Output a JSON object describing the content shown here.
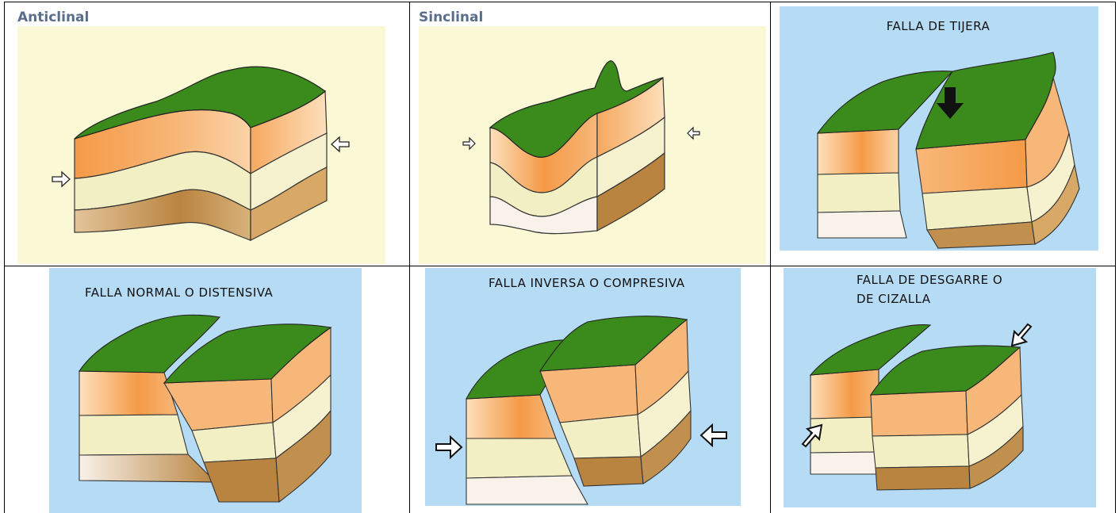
{
  "cells": {
    "anticlinal": {
      "heading": "Anticlinal"
    },
    "sinclinal": {
      "heading": "Sinclinal"
    },
    "tijera": {
      "title": "FALLA DE TIJERA"
    },
    "normal": {
      "title": "FALLA NORMAL O DISTENSIVA"
    },
    "inversa": {
      "title": "FALLA INVERSA O COMPRESIVA"
    },
    "desgarre": {
      "title_line1": "FALLA DE DESGARRE O",
      "title_line2": "DE CIZALLA"
    }
  },
  "colors": {
    "cream_bg": "#fbf8d6",
    "sky_bg": "#b6dcf5",
    "grass": "#3b8a1c",
    "orange": "#f6a75a",
    "pale": "#f3efc4",
    "brown": "#c2904e",
    "white_layer": "#f8f2ea",
    "heading": "#5a6e8c"
  }
}
